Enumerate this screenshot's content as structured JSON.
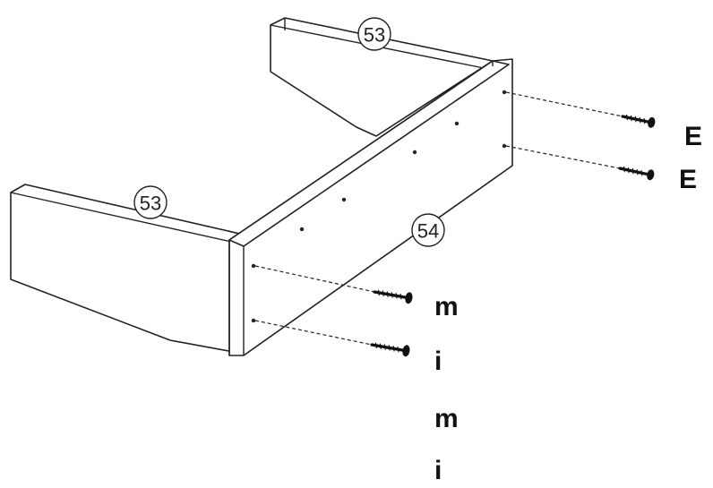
{
  "callouts": {
    "top_side_panel": "53",
    "left_side_panel": "53",
    "front_panel": "54"
  },
  "hardware_labels": {
    "upper_screw_1": "E",
    "upper_screw_2": "E",
    "lower_screw_1": "m",
    "lower_screw_2": "i",
    "extra_1": "m",
    "extra_2": "i"
  }
}
